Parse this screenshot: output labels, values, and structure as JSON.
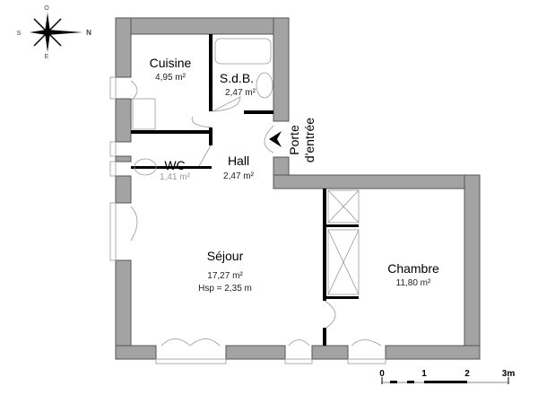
{
  "compass": {
    "top": "O",
    "left": "S",
    "right": "N",
    "bottom": "E",
    "icon": "compass-rose-icon"
  },
  "rooms": [
    {
      "name": "Cuisine",
      "area": "4,95 m²"
    },
    {
      "name": "S.d.B.",
      "area": "2,47 m²"
    },
    {
      "name": "WC",
      "area": "1,41 m²"
    },
    {
      "name": "Hall",
      "area": "2,47 m²"
    },
    {
      "name": "Séjour",
      "area": "17,27 m²",
      "extra": "Hsp = 2,35 m"
    },
    {
      "name": "Chambre",
      "area": "11,80 m²"
    }
  ],
  "entrance": {
    "line1": "Porte",
    "line2": "d'entrée"
  },
  "scale": {
    "ticks": [
      "0",
      "1",
      "2",
      "3m"
    ]
  },
  "colors": {
    "wall": "#a3a3a3",
    "partition": "#000000"
  }
}
